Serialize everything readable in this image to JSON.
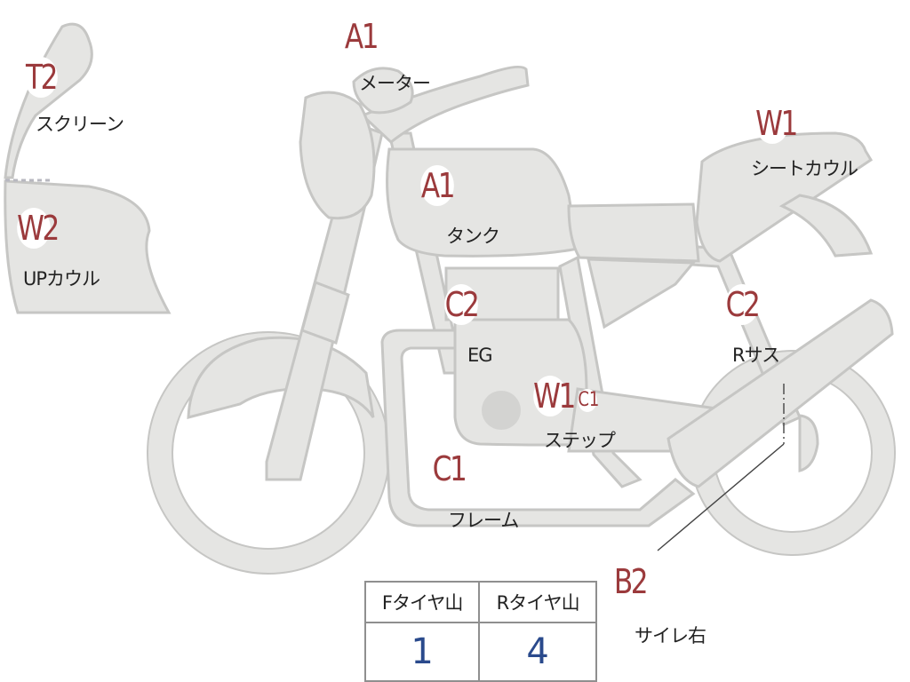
{
  "parts": [
    {
      "id": "screen",
      "code": "T2",
      "label": "スクリーン"
    },
    {
      "id": "upcowl",
      "code": "W2",
      "label": "UPカウル"
    },
    {
      "id": "meter",
      "code": "A1",
      "label": "メーター"
    },
    {
      "id": "tank",
      "code": "A1",
      "label": "タンク"
    },
    {
      "id": "seatcowl",
      "code": "W1",
      "label": "シートカウル"
    },
    {
      "id": "engine",
      "code": "C2",
      "label": "EG"
    },
    {
      "id": "rsus",
      "code": "C2",
      "label": "Rサス"
    },
    {
      "id": "step",
      "code": "W1",
      "label": "ステップ",
      "sub_code": "C1"
    },
    {
      "id": "frame",
      "code": "C1",
      "label": "フレーム"
    },
    {
      "id": "muffler",
      "code": "B2",
      "label": "サイレ右"
    }
  ],
  "tire_table": {
    "headers": [
      "Fタイヤ山",
      "Rタイヤ山"
    ],
    "values": [
      "1",
      "4"
    ]
  },
  "colors": {
    "part_fill": "#e5e5e3",
    "code_text": "#9b3a3c",
    "value_text": "#2a4a8c"
  }
}
